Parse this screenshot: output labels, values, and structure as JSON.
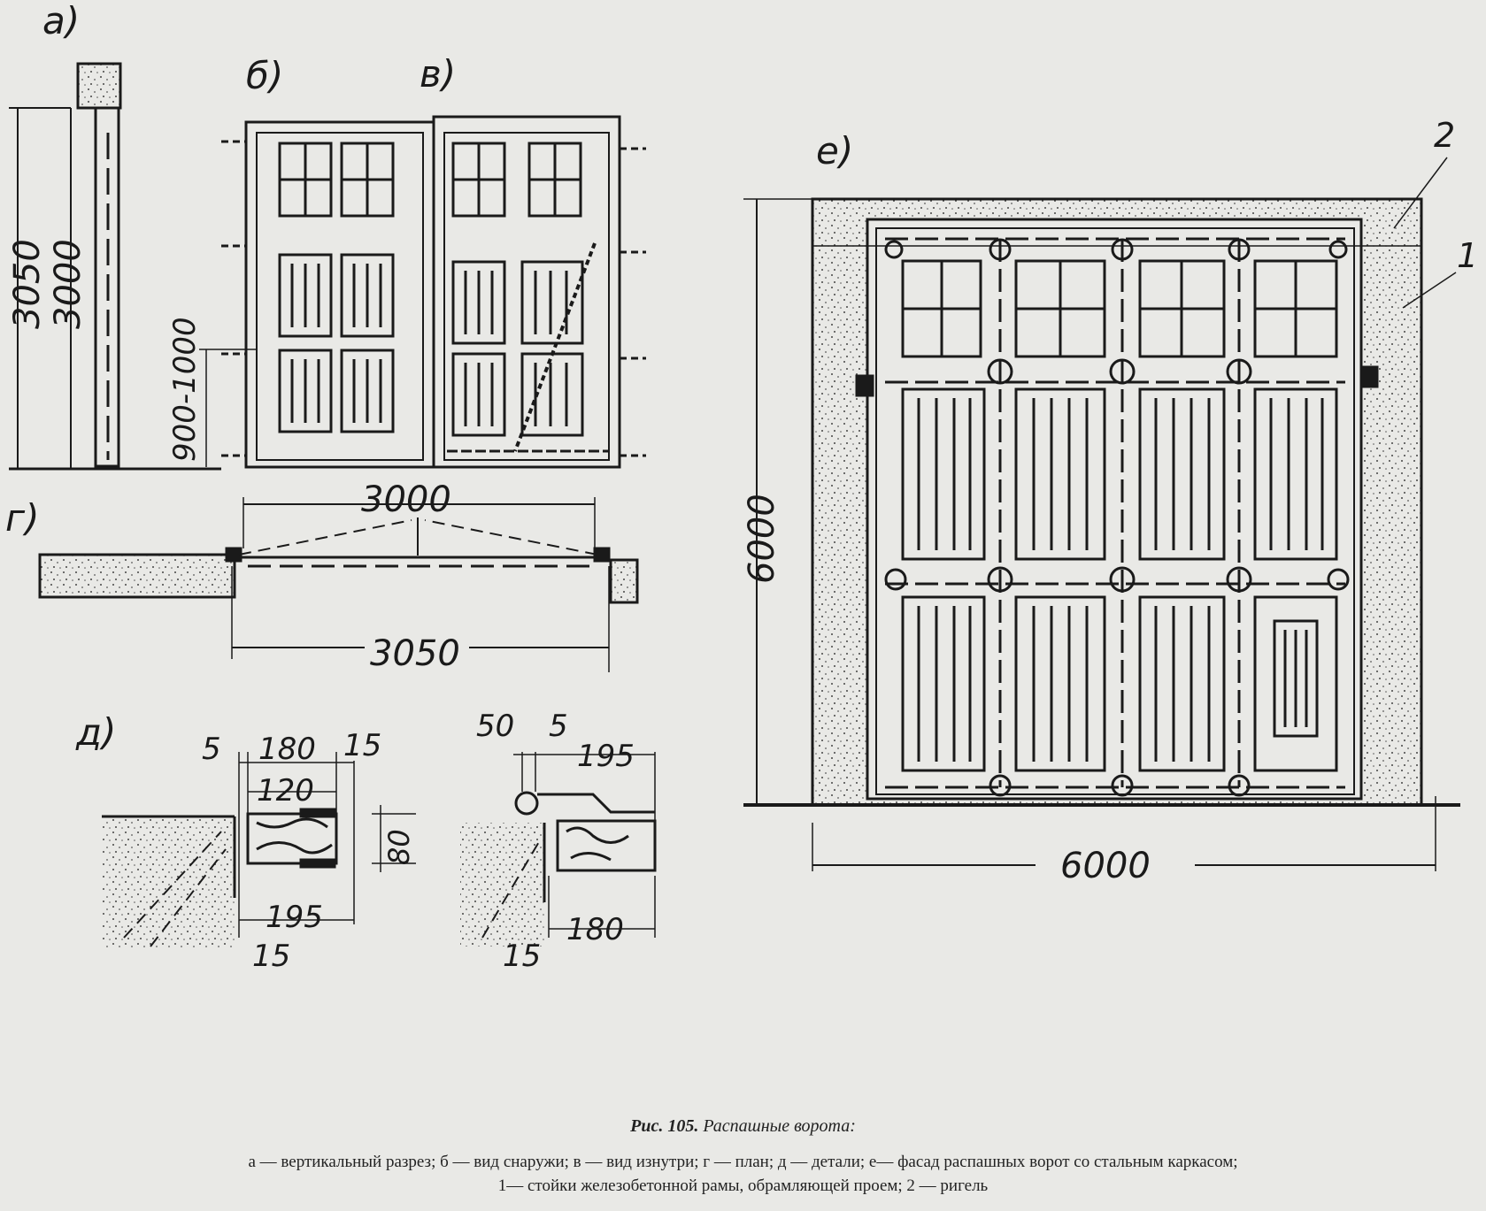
{
  "labels": {
    "a": "а)",
    "b": "б)",
    "v": "в)",
    "g": "г)",
    "d": "д)",
    "e": "е)"
  },
  "dims": {
    "a_3050": "3050",
    "a_3000": "3000",
    "b_900_1000": "900-1000",
    "g_3000": "3000",
    "g_3050": "3050",
    "d1_5": "5",
    "d1_180": "180",
    "d1_15": "15",
    "d1_120": "120",
    "d1_80": "80",
    "d1_195": "195",
    "d1_15b": "15",
    "d2_50": "50",
    "d2_5": "5",
    "d2_195": "195",
    "d2_180": "180",
    "d2_15": "15",
    "e_6000_v": "6000",
    "e_6000_h": "6000"
  },
  "callouts": {
    "c2": "2",
    "c1": "1"
  },
  "caption": {
    "fig_no": "Рис. 105.",
    "title": "Распашные ворота:",
    "line1": "а — вертикальный разрез; б — вид снаружи; в — вид изнутри; г — план; д — детали; е— фасад распашных ворот со стальным каркасом;",
    "line2": "1— стойки железобетонной рамы, обрамляющей проем; 2 — ригель"
  }
}
